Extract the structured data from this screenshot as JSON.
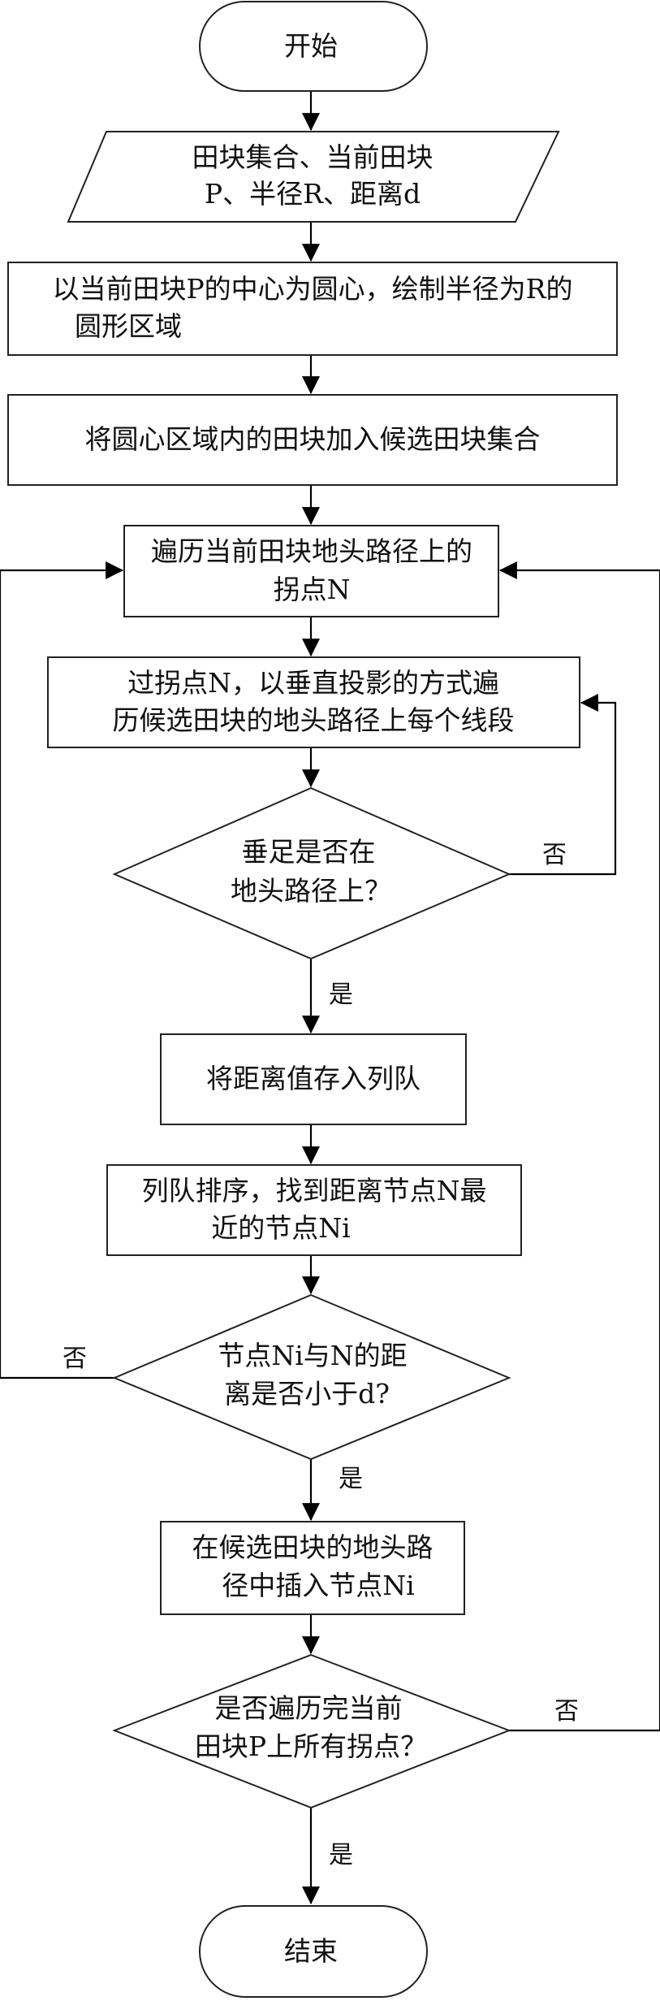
{
  "nodes": {
    "start": [
      "开始"
    ],
    "input": [
      "田块集合、当前田块",
      "P、半径R、距离d"
    ],
    "draw_circle": [
      "以当前田块P的中心为圆心，绘制半径为R的",
      "圆形区域"
    ],
    "add_candidates": [
      "将圆心区域内的田块加入候选田块集合"
    ],
    "traverse_turns": [
      "遍历当前田块地头路径上的",
      "拐点N"
    ],
    "project": [
      "过拐点N，以垂直投影的方式遍",
      "历候选田块的地头路径上每个线段"
    ],
    "foot_on_path": [
      "垂足是否在",
      "地头路径上？"
    ],
    "store_queue": [
      "将距离值存入列队"
    ],
    "sort_queue": [
      "列队排序，找到距离节点N最",
      "近的节点Ni"
    ],
    "distance_check": [
      "节点Ni与N的距",
      "离是否小于d?"
    ],
    "insert_node": [
      "在候选田块的地头路",
      "径中插入节点Ni"
    ],
    "all_done": [
      "是否遍历完当前",
      "田块P上所有拐点？"
    ],
    "end": [
      "结束"
    ]
  },
  "edge_labels": {
    "foot_no": "否",
    "foot_yes": "是",
    "dist_no": "否",
    "dist_yes": "是",
    "done_no": "否",
    "done_yes": "是"
  }
}
